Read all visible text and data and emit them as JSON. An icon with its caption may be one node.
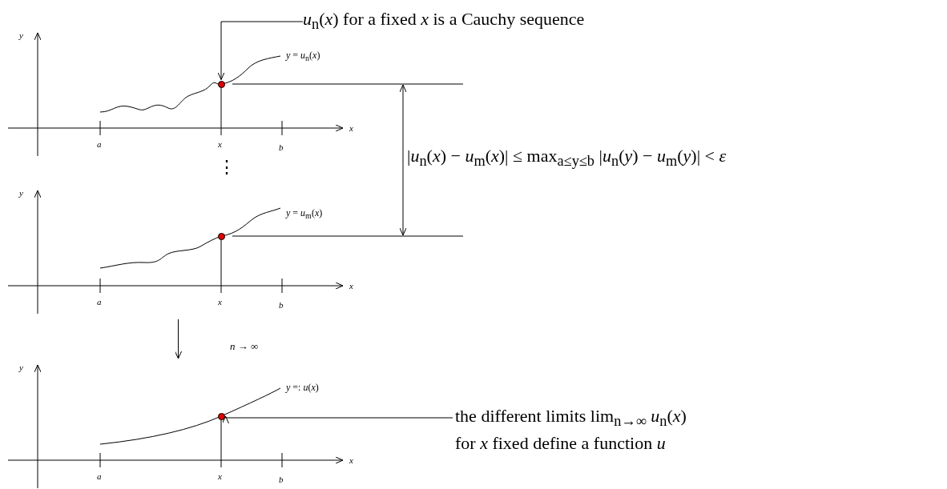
{
  "diagram": {
    "nodes": [
      {
        "text": [
          "*u*$_{n}$(*x*) for a fixed *x* is a Cauchy sequence"
        ]
      },
      {
        "text": [],
        "shape": "picture"
      },
      {
        "text": [],
        "shape": "circle",
        "in": 1
      },
      {
        "text": [],
        "shape": "picture"
      },
      {
        "text": [],
        "shape": "circle",
        "in": 3
      },
      {
        "text": [],
        "shape": "picture"
      },
      {
        "text": [],
        "shape": "circle",
        "in": 5
      },
      {
        "text": [
          "the different limits lim$_{n→∞}$ *u*$_{n}$(*x*) for *x* fixed define a function *u*"
        ]
      }
    ],
    "edges": [
      {
        "from": 0,
        "to": 2,
        "arrow": "to"
      },
      {
        "from": 3,
        "to": 5,
        "arrow": "to",
        "label": "*n* → ∞"
      },
      {
        "from": 7,
        "to": 6,
        "arrow": "to"
      }
    ],
    "labels": [
      "y",
      "*y* = *u*$_{n}$(*x*)",
      "x",
      "a",
      "x",
      "b",
      "⋮",
      "|*u*$_{n}$(*x*) − *u*$_{m}$(*x*)| ≤ max$_{a≤y≤b}$ |*u*$_{n}$(*y*) − *u*$_{m}$(*y*)| < *ε*",
      "y",
      "*y* = *u*$_{m}$(*x*)",
      "x",
      "a",
      "x",
      "b",
      "y",
      "*y* =: *u*(*x*)",
      "x",
      "a",
      "x",
      "b"
    ]
  }
}
